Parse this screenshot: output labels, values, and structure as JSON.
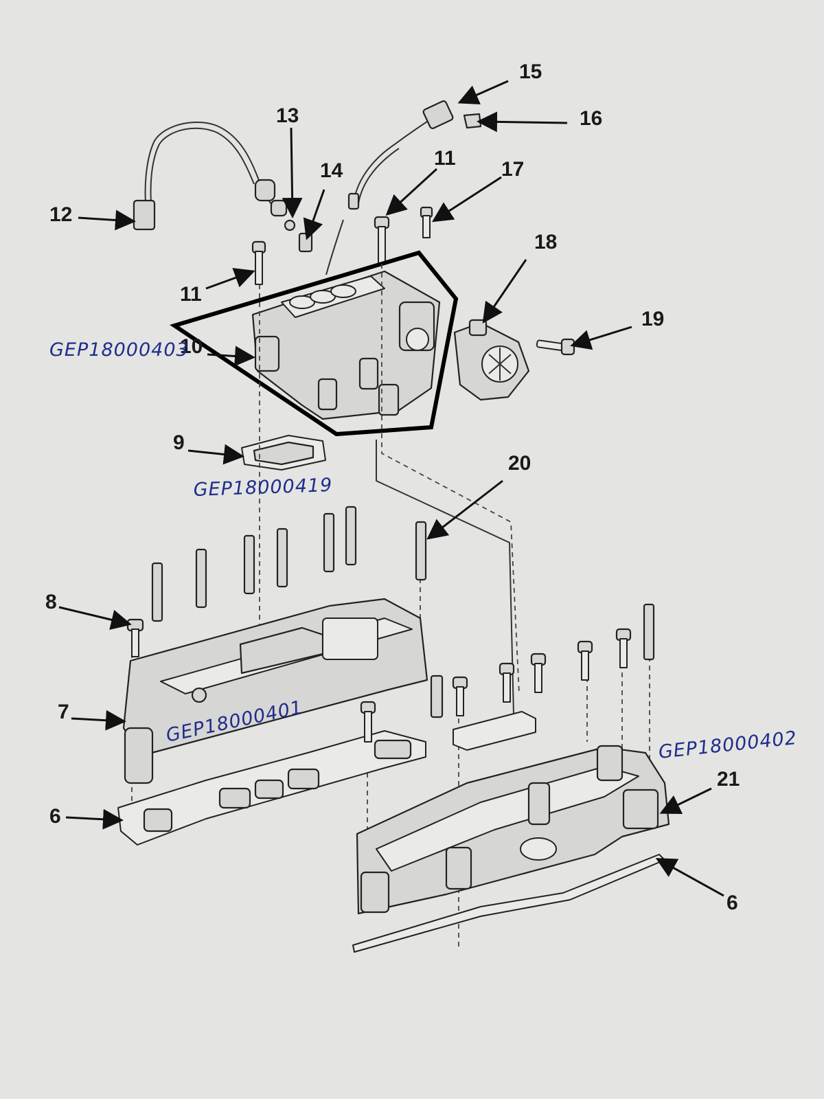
{
  "callouts": {
    "c15": "15",
    "c16": "16",
    "c13": "13",
    "c14": "14",
    "c11a": "11",
    "c17": "17",
    "c12": "12",
    "c18": "18",
    "c11b": "11",
    "c19": "19",
    "c10": "10",
    "c9": "9",
    "c20": "20",
    "c8": "8",
    "c7": "7",
    "c21": "21",
    "c6a": "6",
    "c6b": "6"
  },
  "handwritten_notes": {
    "upper_intake": "GEP18000403",
    "gasket": "GEP18000419",
    "left_manifold": "GEP18000401",
    "lower_intake": "GEP18000402"
  },
  "colors": {
    "background": "#e4e4e2",
    "ink": "#1a1a1a",
    "handwriting": "#1f2d8c"
  }
}
